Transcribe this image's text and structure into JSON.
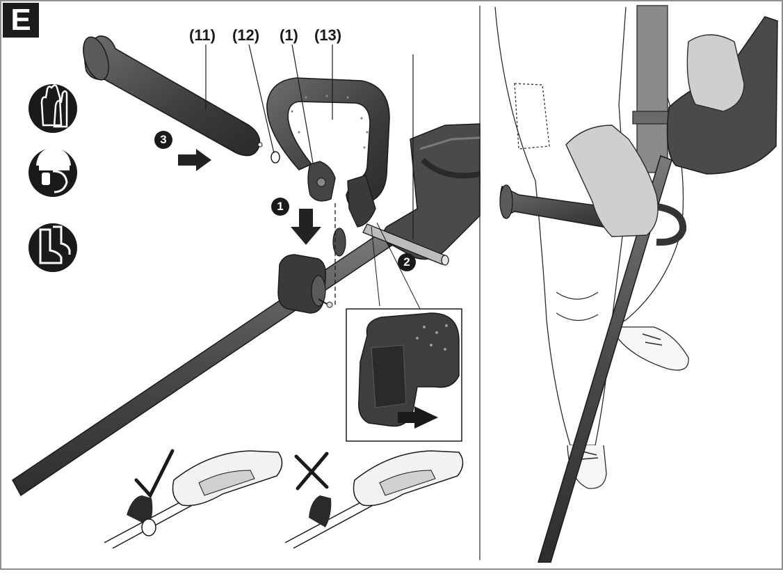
{
  "figure": {
    "section_label": "E",
    "callouts": {
      "part_11": "(11)",
      "part_12": "(12)",
      "part_1": "(1)",
      "part_13": "(13)"
    },
    "steps": {
      "step_1": "1",
      "step_2": "2",
      "step_3": "3"
    },
    "icons": {
      "ppe": [
        "gloves-icon",
        "helmet-visor-ear-protection-icon",
        "safety-boots-icon"
      ],
      "correct": "checkmark-icon",
      "incorrect": "cross-icon"
    },
    "colors": {
      "part_dark": "#3f3f3f",
      "part_mid": "#6a6a6a",
      "outline": "#1a1a1a",
      "frame": "#9a9a9a"
    }
  }
}
